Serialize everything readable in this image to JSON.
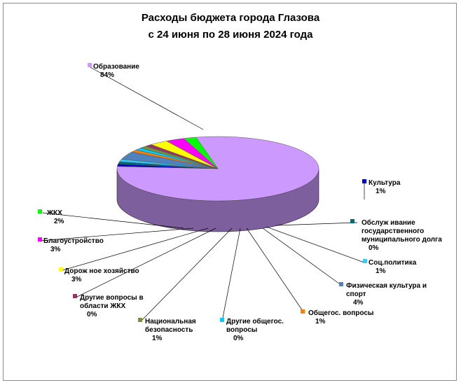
{
  "chart_data": {
    "type": "pie",
    "title": "Расходы бюджета города Глазова",
    "subtitle": "с 24 июня по 28 июня 2024 года",
    "series": [
      {
        "name": "Образование",
        "value": 84,
        "value_label": "84%",
        "color": "#cc99ff"
      },
      {
        "name": "Культура",
        "value": 1,
        "value_label": "1%",
        "color": "#0000cc"
      },
      {
        "name": "Обслуживание государственного муниципального долга",
        "value": 0,
        "value_label": "0%",
        "color": "#006a7a"
      },
      {
        "name": "Соц.политика",
        "value": 1,
        "value_label": "1%",
        "color": "#33ccff"
      },
      {
        "name": "Физическая культура и спорт",
        "value": 4,
        "value_label": "4%",
        "color": "#4f81bd"
      },
      {
        "name": "Общегос. вопросы",
        "value": 1,
        "value_label": "1%",
        "color": "#ff7f00"
      },
      {
        "name": "Другие общегос. вопросы",
        "value": 0,
        "value_label": "0%",
        "color": "#00ccff"
      },
      {
        "name": "Национальная безопасность",
        "value": 1,
        "value_label": "1%",
        "color": "#76923c"
      },
      {
        "name": "Другие вопросы в области ЖКХ",
        "value": 0,
        "value_label": "0%",
        "color": "#993366"
      },
      {
        "name": "Дорожное хозяйство",
        "value": 3,
        "value_label": "3%",
        "color": "#ffff00"
      },
      {
        "name": "Благоустройство",
        "value": 3,
        "value_label": "3%",
        "color": "#ff00ff"
      },
      {
        "name": "ЖКХ",
        "value": 2,
        "value_label": "2%",
        "color": "#00ff00"
      }
    ]
  }
}
